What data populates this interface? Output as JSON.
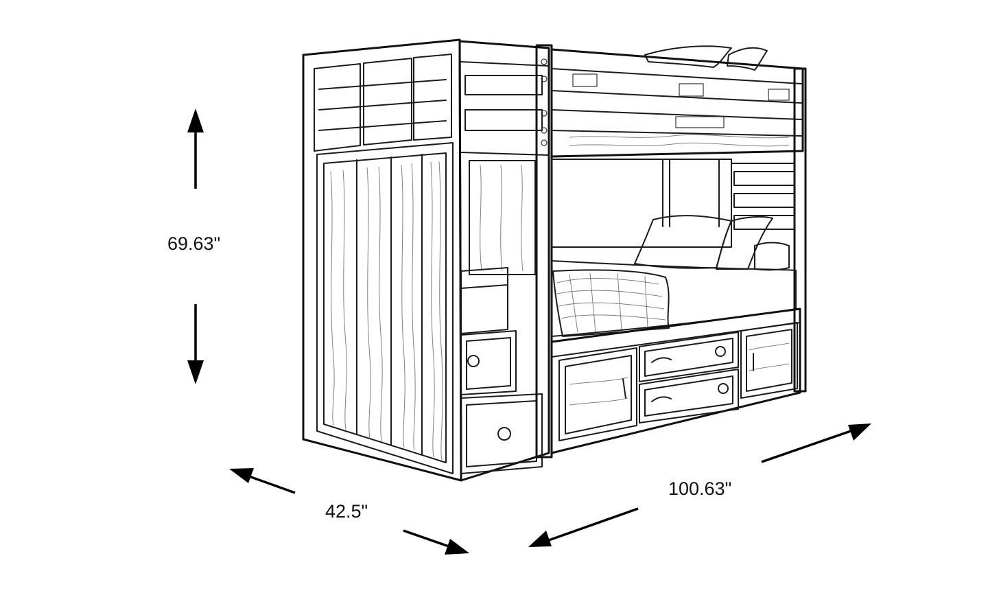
{
  "figure": {
    "subject": "bunk-bed-with-stair-drawers",
    "dimensions": {
      "height": "69.63\"",
      "depth": "42.5\"",
      "width": "100.63\""
    }
  }
}
